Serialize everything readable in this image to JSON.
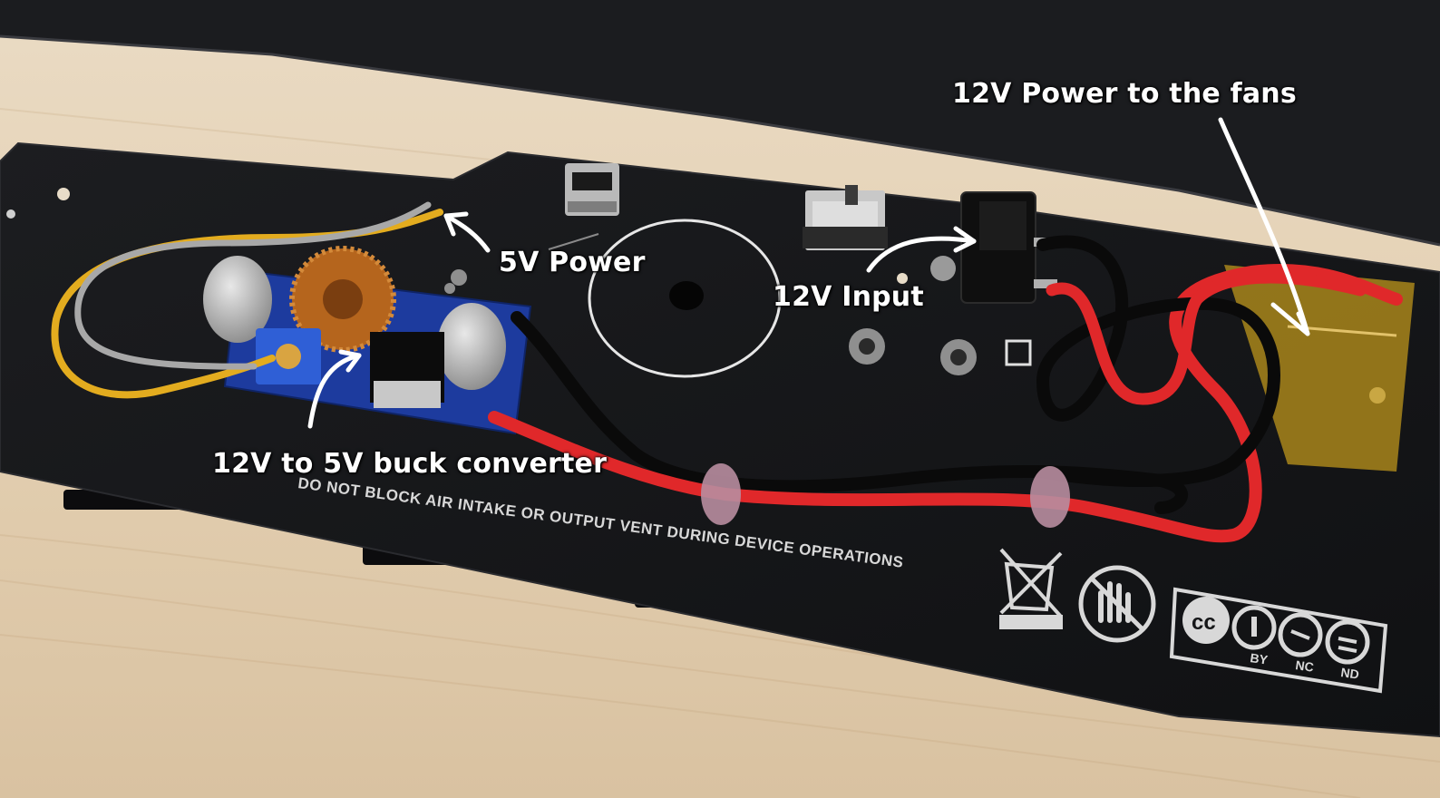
{
  "annotations": {
    "fans": "12V Power to the fans",
    "power_5v": "5V Power",
    "input_12v": "12V Input",
    "buck": "12V to 5V buck converter"
  },
  "board": {
    "warning_text": "DO NOT BLOCK AIR INTAKE OR OUTPUT VENT DURING DEVICE OPERATIONS",
    "license_labels": [
      "BY",
      "NC",
      "ND"
    ],
    "license_cc": "cc"
  },
  "colors": {
    "table": "#e6d3b8",
    "board": "#151618",
    "wire_red": "#e0282a",
    "wire_black": "#0a0a0a",
    "wire_yellow": "#e3ac1f",
    "wire_grey": "#a8a8a8",
    "pcb_blue": "#1d3b9e",
    "kapton": "#c49a1c",
    "annotation": "#ffffff"
  },
  "icons": [
    "weee-bin-icon",
    "no-touch-hand-icon",
    "cc-by-nc-nd-icon"
  ]
}
